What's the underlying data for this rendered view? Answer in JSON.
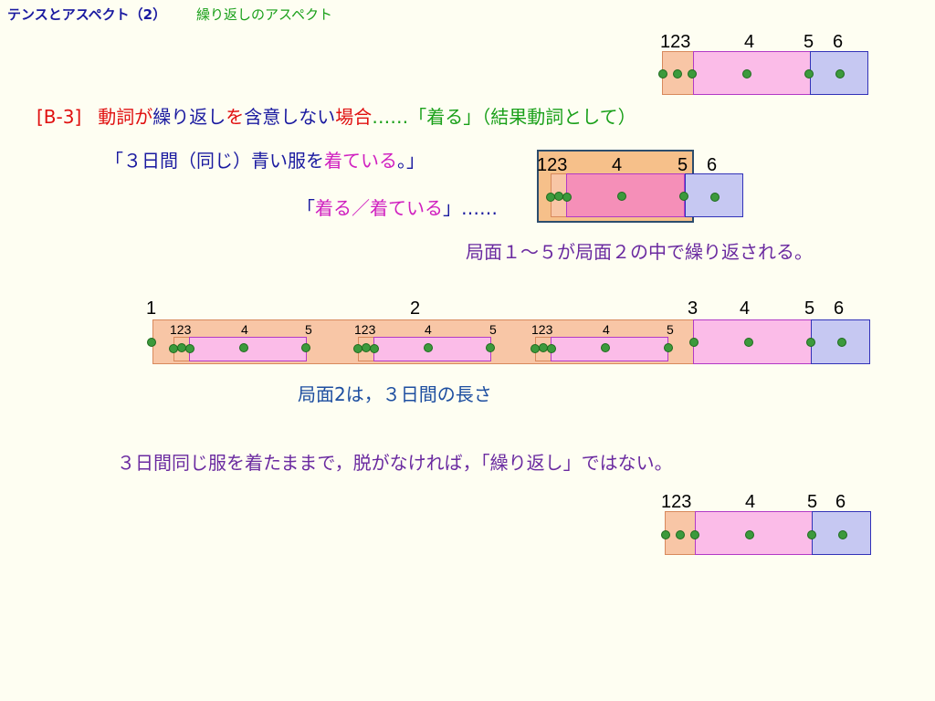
{
  "header": {
    "title": "テンスとアスペクト（2）",
    "subtitle": "繰り返しのアスペクト"
  },
  "colors": {
    "title_blue": "#1a1aa0",
    "green": "#1aa01a",
    "red": "#e01010",
    "purple": "#6a2aa0",
    "magenta": "#d020c0",
    "diagram_blue": "#1d4ea0"
  },
  "section": {
    "code": "[B-3]",
    "heading": {
      "part1": "動詞が",
      "part2": "繰り返し",
      "part3": "を",
      "part4": "含意",
      "part5": "しない",
      "part6": "場合",
      "part7": "……「",
      "part8": "着る",
      "part9": "」（結果動詞として）"
    }
  },
  "example": {
    "sentence_a": "「３日間（同じ）青い服を",
    "sentence_b": "着ている",
    "sentence_c": "。」",
    "gloss_a": "「",
    "gloss_b": "着る／着ている",
    "gloss_c": "」……"
  },
  "notes": {
    "repeat_note": "局面１〜５が局面２の中で繰り返される。",
    "phase2_note": "局面2は，３日間の長さ",
    "conclusion": "３日間同じ服を着たままで，脱がなければ，「繰り返し」ではない。"
  },
  "phase_labels": {
    "p123": "123",
    "p1": "1",
    "p2": "2",
    "p3": "3",
    "p4": "4",
    "p5": "5",
    "p6": "6"
  }
}
